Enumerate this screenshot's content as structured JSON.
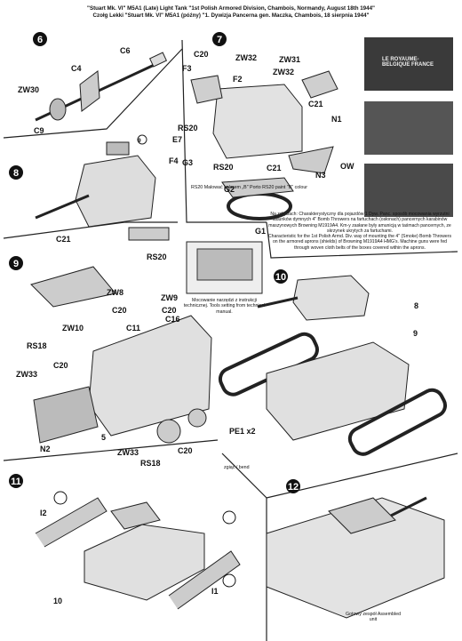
{
  "header": {
    "line1": "\"Stuart Mk. VI\" M5A1 (Late) Light Tank \"1st Polish Armored Division, Chambois, Normandy, August 18th 1944\"",
    "line2": "Czołg Lekki \"Stuart Mk. VI\" M5A1 (późny) \"1. Dywizja Pancerna gen. Maczka, Chambois, 18 sierpnia 1944\""
  },
  "steps": {
    "s6": "6",
    "s7": "7",
    "s8": "8",
    "s9": "9",
    "s10": "10",
    "s11": "11",
    "s12": "12"
  },
  "parts": {
    "C6": "C6",
    "C4": "C4",
    "ZW30": "ZW30",
    "C9": "C9",
    "C20": "C20",
    "ZW33": "ZW33",
    "ZW32": "ZW32",
    "ZW31": "ZW31",
    "F3": "F3",
    "F2": "F2",
    "C21": "C21",
    "N1": "N1",
    "RS20": "RS20",
    "E7": "E7",
    "F4": "F4",
    "G3": "G3",
    "G2": "G2",
    "N3": "N3",
    "OW": "OW",
    "G1": "G1",
    "ZW8": "ZW8",
    "ZW9": "ZW9",
    "C16": "C16",
    "ZW10": "ZW10",
    "C11": "C11",
    "RS18": "RS18",
    "N2": "N2",
    "five": "5",
    "I1": "I1",
    "I2": "I2",
    "PE1": "PE1 x2"
  },
  "notes": {
    "rs20_paint": "RS20 Malować kolorem „B\" Porto RS20 paint \"B\" colour",
    "tools": "Mocowanie narzędzi z instrukcji technicznej. Tools setting from technical manual.",
    "bend": "zgiąć / bend",
    "assembled": "Gotowy zespół Assembled unit",
    "photo_text_1": "LE ROYAUME-BELGIQUE FRANCE"
  },
  "caption": {
    "pl": "Na zdjęciach: Charakterystyczny dla pojazdów 1 Dyw. Panc. sposób mocowania wyrzutni ładunków dymnych 4\" Bomb Throwers na fartuchach (osłonach) pancernych karabinów maszynowych Browning M1919A4. Km-y zasłane były amunicją w taśmach pancernych, ze skrzynek ukrytych za fartuchami.",
    "en": "Characteristic for the 1st Polish Armd. Div. way of mounting the 4\" (Smoke) Bomb Throwers on the armored aprons (shields) of Browning M1919A4 HMG's. Machine guns were fed through woven cloth belts of the boxes covered within the aprons."
  }
}
